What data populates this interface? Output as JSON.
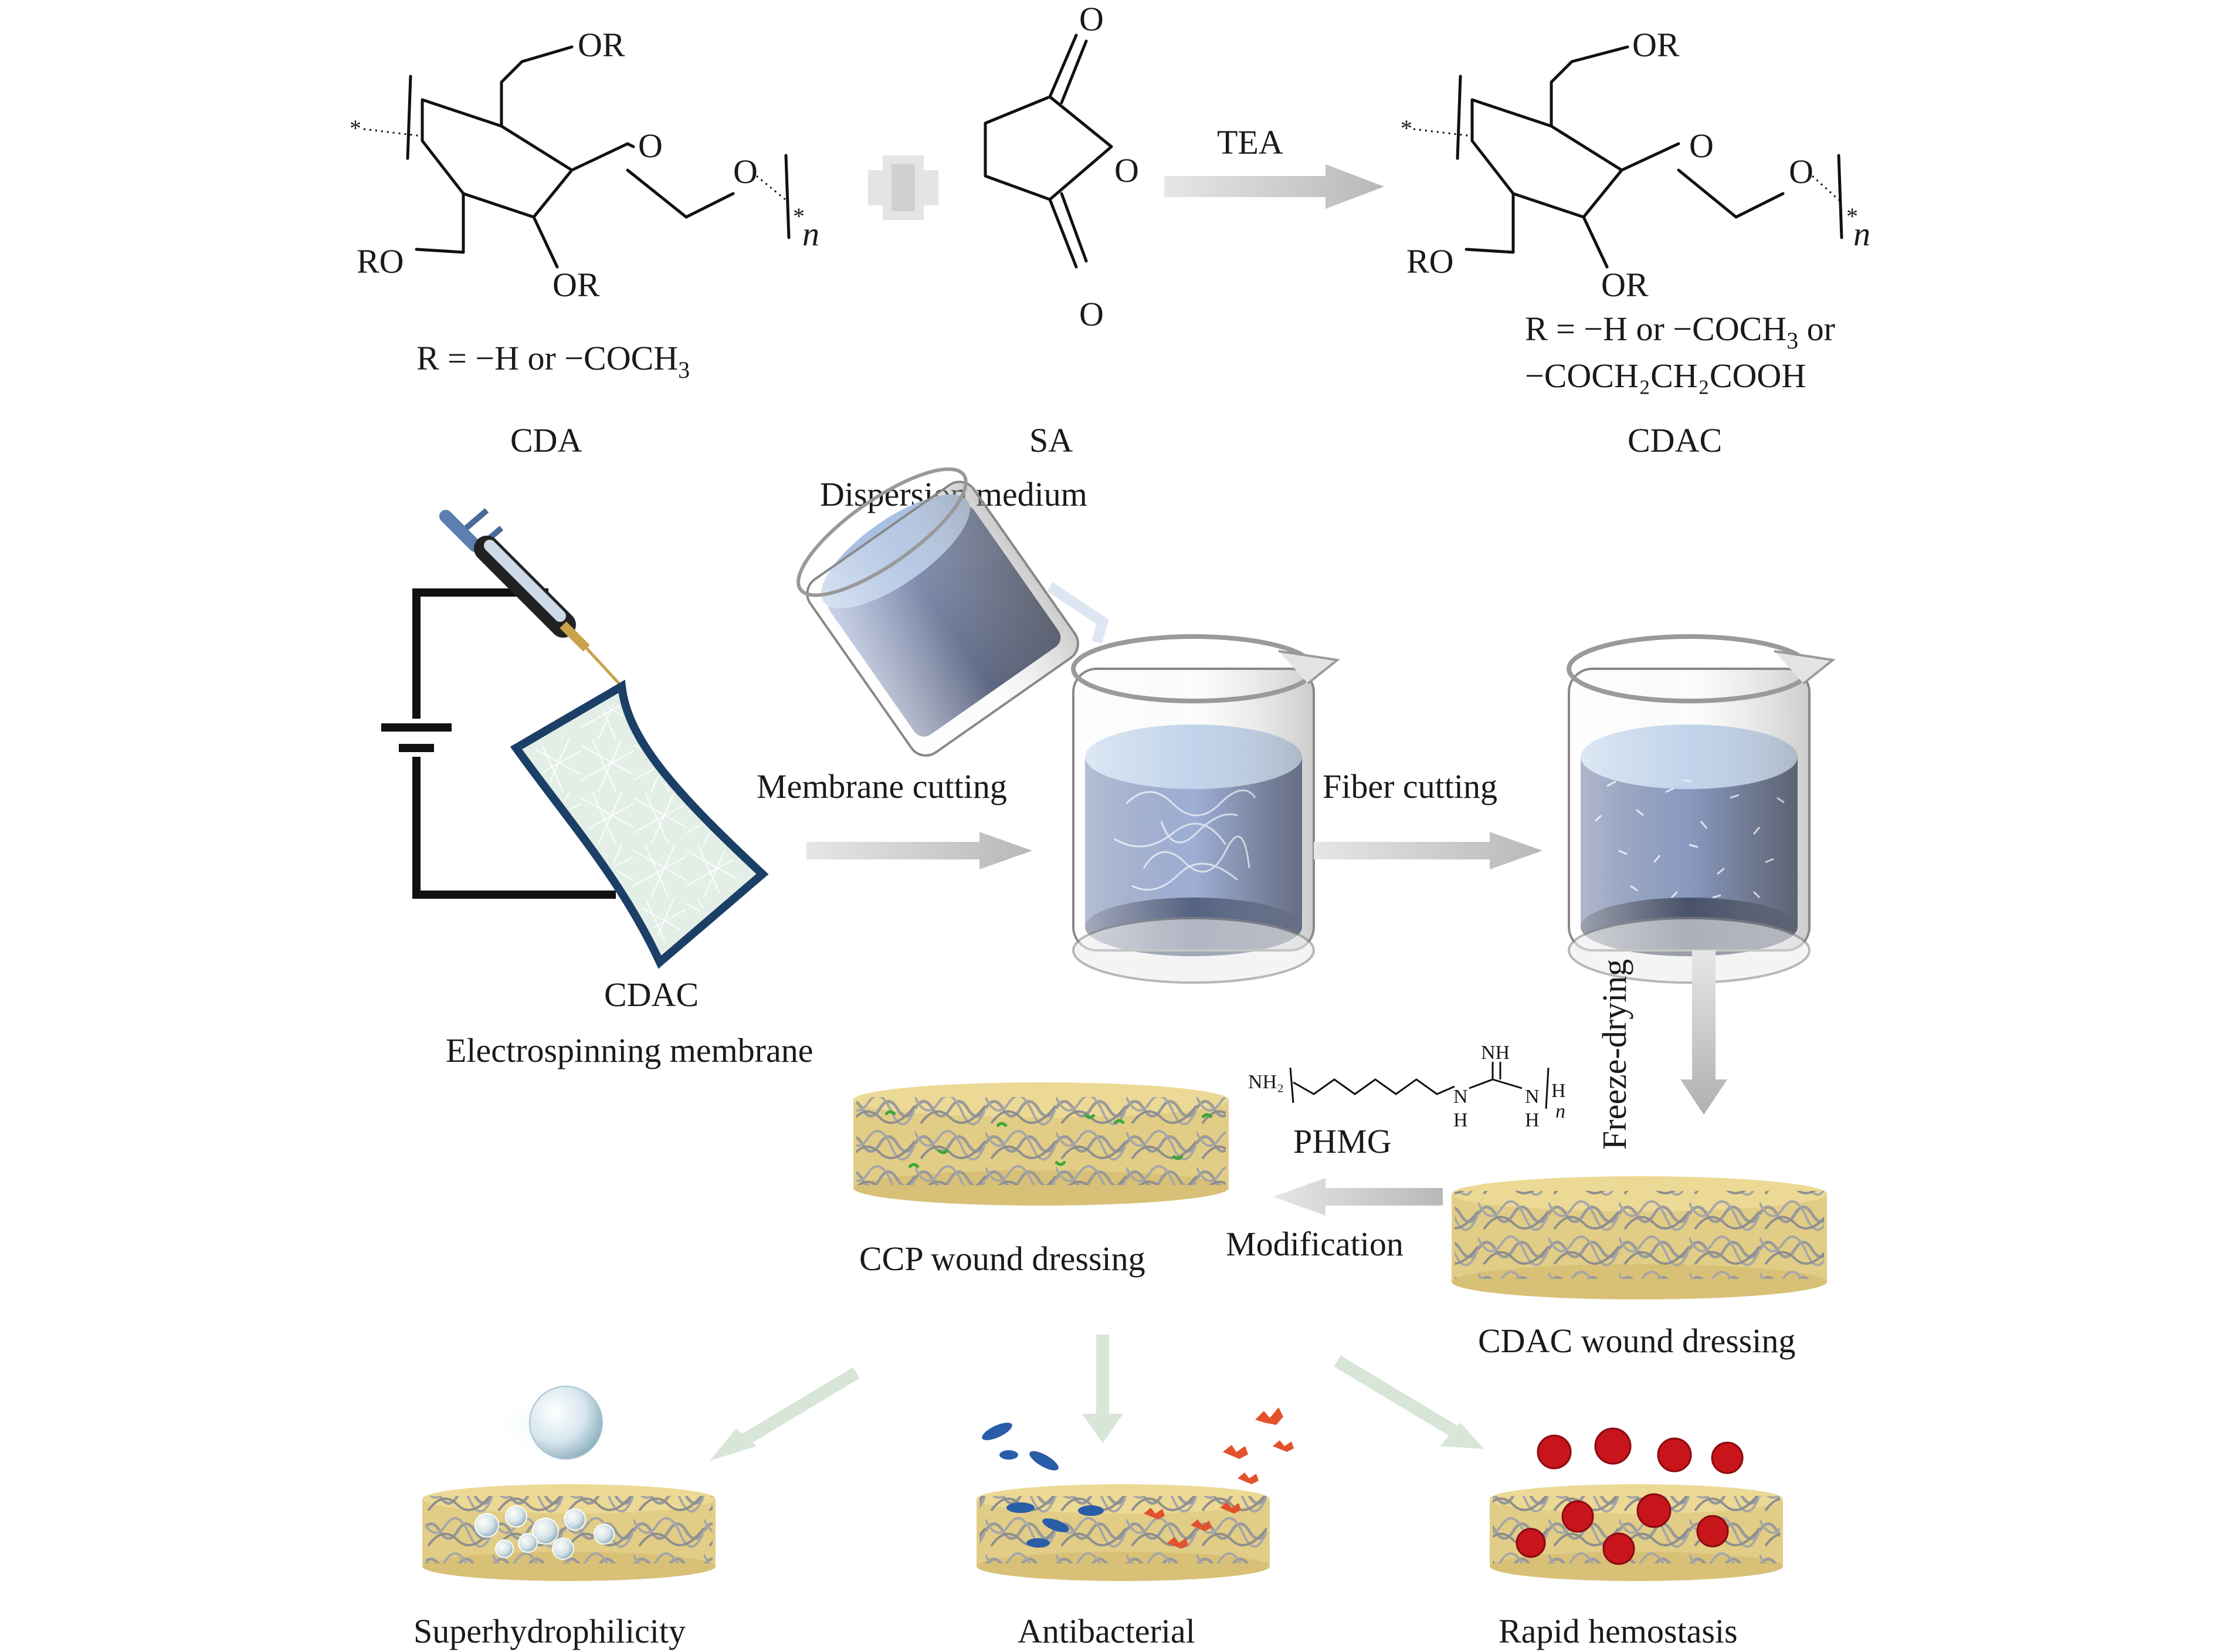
{
  "scheme": {
    "cda": {
      "substituent_line": "R = −H or −COCH",
      "subscript": "3",
      "name": "CDA"
    },
    "sa": {
      "name": "SA",
      "medium": "Dispersion medium"
    },
    "reaction_catalyst": "TEA",
    "cdac": {
      "substituent_line1": "R = −H or −COCH",
      "substituent_line1_sub": "3",
      "substituent_line1_tail": " or",
      "substituent_line2": "−COCH₂CH₂COOH",
      "name": "CDAC"
    },
    "atoms": {
      "or": "OR",
      "ro": "RO",
      "o": "O",
      "n": "n",
      "star": "*"
    }
  },
  "process": {
    "membrane_name": "CDAC",
    "membrane_type": "Electrospinning membrane",
    "step_membrane_cutting": "Membrane cutting",
    "step_fiber_cutting": "Fiber cutting",
    "step_freeze_drying": "Freeze-drying",
    "step_modification": "Modification",
    "modifier_name": "PHMG",
    "phmg_atoms": {
      "nh2": "NH₂",
      "nh": "NH",
      "n": "N",
      "h": "H",
      "sub_n": "n"
    },
    "ccp_dressing": "CCP wound dressing",
    "cdac_dressing": "CDAC wound dressing"
  },
  "properties": [
    {
      "label": "Superhydrophilicity"
    },
    {
      "label": "Antibacterial"
    },
    {
      "label": "Rapid hemostasis"
    }
  ],
  "colors": {
    "arrow": "#c9c9c9",
    "arrow_light": "#d8e6d8",
    "liquid": "#7d90c0",
    "liquid_top": "#b6cdea",
    "dressing": "#e2cd86",
    "fiber": "#9a9a9a",
    "membrane": "#e3eee7",
    "membrane_edge": "#1b3f66",
    "bacteria_blue": "#2a5da8",
    "bacteria_red": "#e2522c",
    "blood": "#c8141b"
  }
}
